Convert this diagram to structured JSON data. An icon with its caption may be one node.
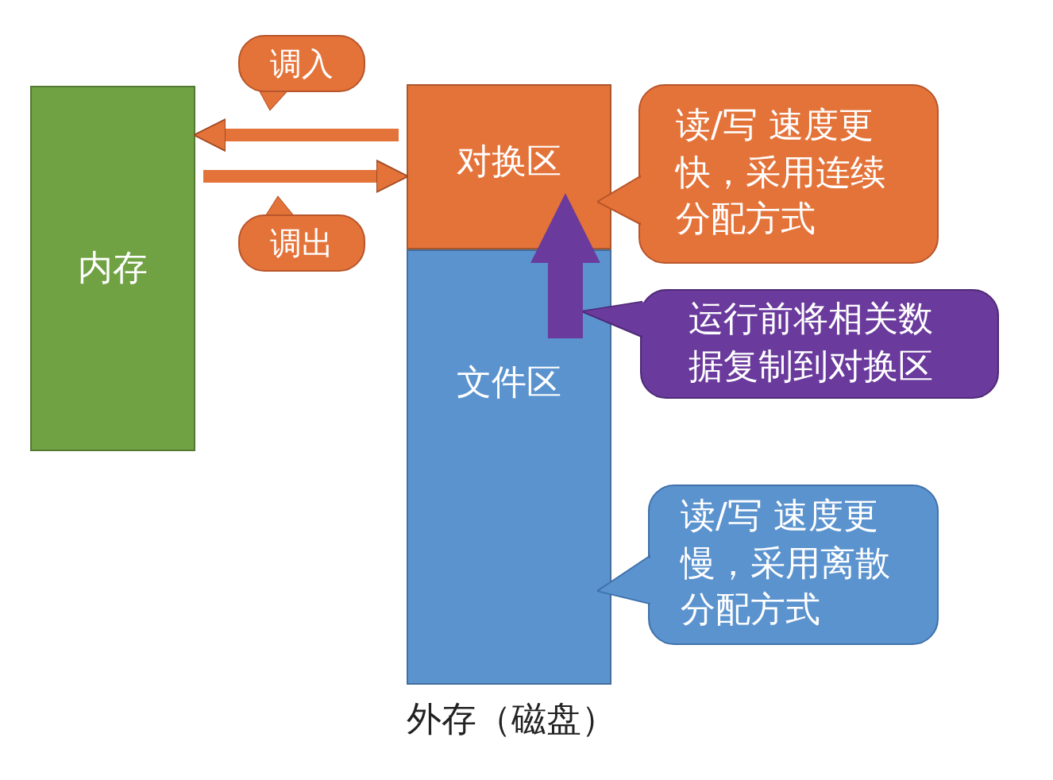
{
  "diagram": {
    "nodes": [
      {
        "text": [
          "内存"
        ]
      },
      {
        "text": [
          "外存（磁盘）"
        ]
      },
      {
        "text": [
          "对换区"
        ],
        "in": 1
      },
      {
        "text": [
          "文件区"
        ],
        "in": 1
      },
      {
        "text": [
          "调入"
        ]
      },
      {
        "text": [
          "调出"
        ]
      },
      {
        "text": [
          "读/写 速度更快，采用连续分配方式"
        ]
      },
      {
        "text": [
          "运行前将相关数据复制到对换区"
        ]
      },
      {
        "text": [
          "读/写 速度更慢，采用离散分配方式"
        ]
      }
    ],
    "edges": [
      {
        "from": 2,
        "to": 0,
        "arrow": "to"
      },
      {
        "from": 0,
        "to": 2,
        "arrow": "to"
      },
      {
        "from": 3,
        "to": 2,
        "arrow": "to",
        "style": "thick",
        "color": "#6a3a9c"
      }
    ]
  }
}
